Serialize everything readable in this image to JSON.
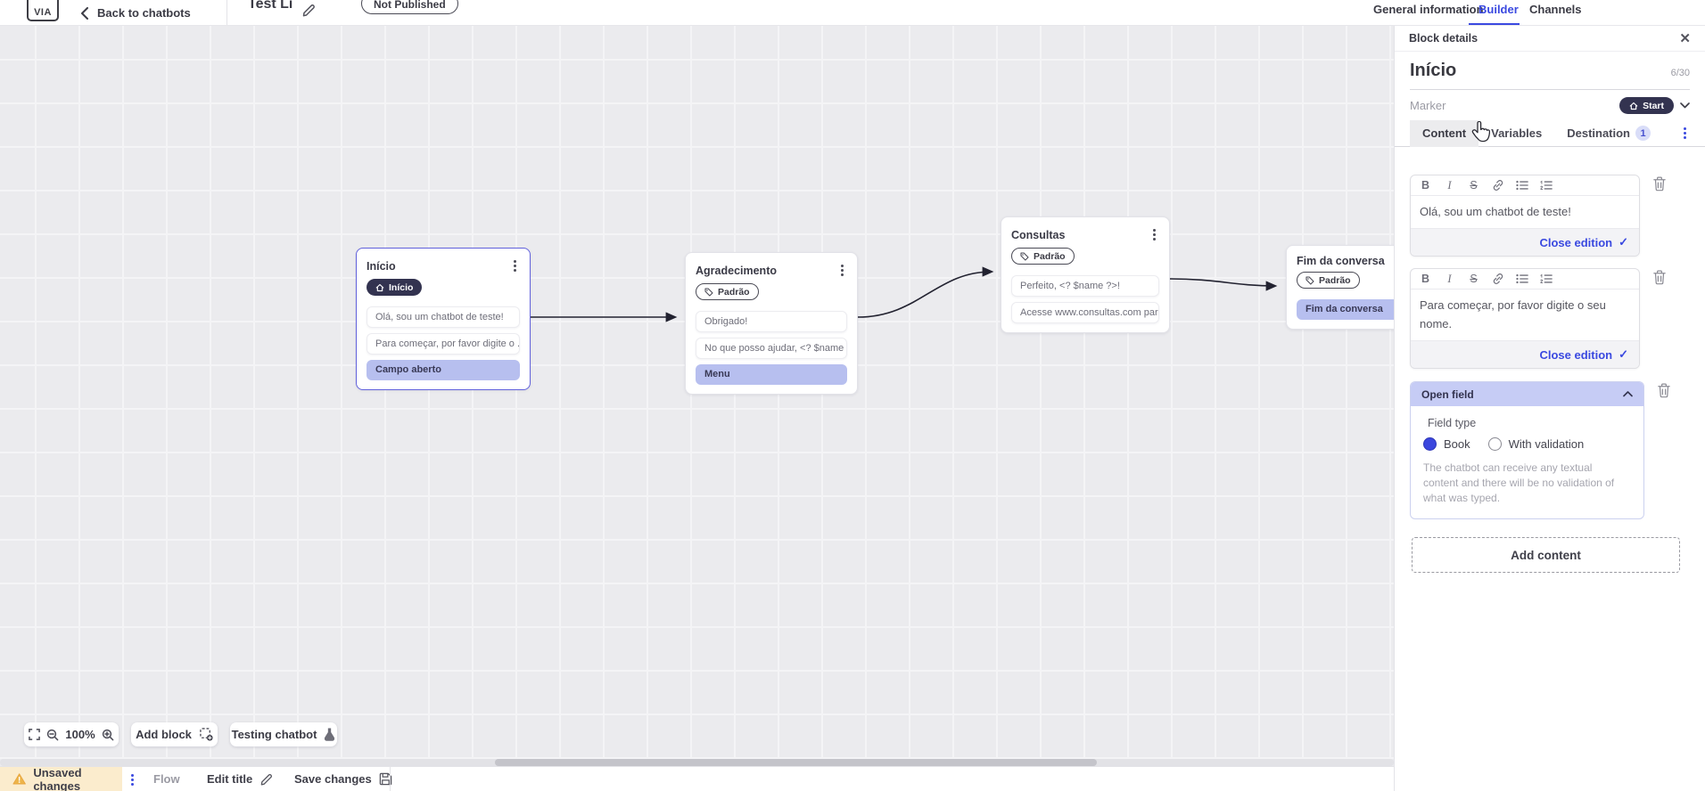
{
  "topbar": {
    "logo_text": "VIA",
    "back_label": "Back to chatbots",
    "doc_title": "Test Li",
    "status_badge": "Not Published",
    "tabs": [
      {
        "label": "General information",
        "active": false
      },
      {
        "label": "Builder",
        "active": true
      },
      {
        "label": "Channels",
        "active": false
      }
    ]
  },
  "panel": {
    "header": "Block details",
    "block_name": "Início",
    "counter": "6/30",
    "marker_label": "Marker",
    "marker_value": "Start",
    "tabs": [
      {
        "label": "Content",
        "active": true
      },
      {
        "label": "Variables",
        "active": false
      },
      {
        "label": "Destination",
        "badge": "1",
        "active": false
      }
    ],
    "toolbar_glyphs": {
      "bold": "B",
      "italic": "I",
      "strike": "S"
    },
    "toolbar_icons": [
      "bold",
      "italic",
      "strikethrough",
      "link",
      "bulleted-list",
      "numbered-list"
    ],
    "editors": [
      {
        "text": "Olá, sou um chatbot de teste!",
        "close_label": "Close edition"
      },
      {
        "text": "Para começar, por favor digite o seu nome.",
        "close_label": "Close edition"
      }
    ],
    "open_field": {
      "title": "Open field",
      "field_type_label": "Field type",
      "options": [
        {
          "label": "Book",
          "selected": true
        },
        {
          "label": "With validation",
          "selected": false
        }
      ],
      "helper": "The chatbot can receive any textual content and there will be no validation of what was typed."
    },
    "add_content_label": "Add content"
  },
  "canvas": {
    "blocks": [
      {
        "title": "Início",
        "badge": "Início",
        "badge_type": "start",
        "selected": true,
        "items": [
          {
            "text": "Olá, sou um chatbot de teste!",
            "highlight": false
          },
          {
            "text": "Para começar, por favor digite o ...",
            "highlight": false
          },
          {
            "text": "Campo aberto",
            "highlight": true
          }
        ]
      },
      {
        "title": "Agradecimento",
        "badge": "Padrão",
        "badge_type": "default",
        "selected": false,
        "items": [
          {
            "text": "Obrigado!",
            "highlight": false
          },
          {
            "text": "No que posso ajudar, <? $name ...",
            "highlight": false
          },
          {
            "text": "Menu",
            "highlight": true
          }
        ]
      },
      {
        "title": "Consultas",
        "badge": "Padrão",
        "badge_type": "default",
        "selected": false,
        "items": [
          {
            "text": "Perfeito, <? $name ?>!",
            "highlight": false
          },
          {
            "text": "Acesse www.consultas.com par...",
            "highlight": false
          }
        ]
      },
      {
        "title": "Fim da conversa",
        "badge": "Padrão",
        "badge_type": "default",
        "selected": false,
        "items": [
          {
            "text": "Fim da conversa",
            "highlight": true
          }
        ]
      }
    ],
    "controls": {
      "zoom_level": "100%",
      "add_block_label": "Add block",
      "testing_label": "Testing chatbot"
    }
  },
  "bottombar": {
    "unsaved_label": "Unsaved changes",
    "flow_label": "Flow",
    "edit_title_label": "Edit title",
    "save_label": "Save changes"
  },
  "colors": {
    "accent": "#3a49e0",
    "highlight": "#b7bfef",
    "dark_pill": "#333350",
    "warning": "#e8a33d",
    "selected_border": "#6262dc"
  }
}
